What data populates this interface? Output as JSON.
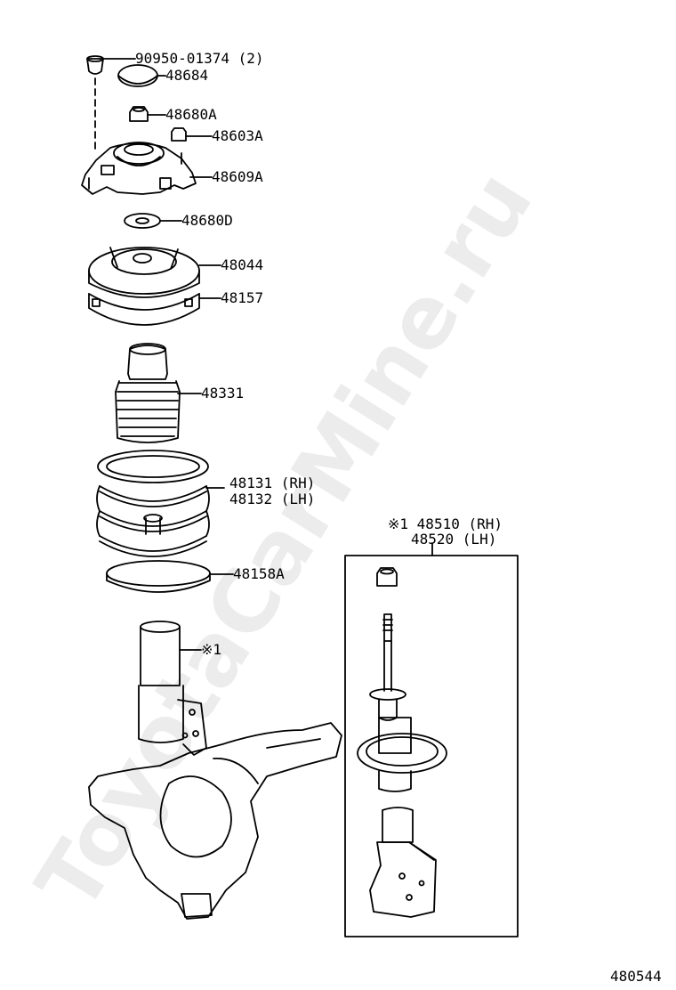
{
  "watermark": "ToyotaCarMine.ru",
  "figure_number": "480544",
  "parts": [
    {
      "id": "p-90950",
      "label": "90950-01374 (2)"
    },
    {
      "id": "p-48684",
      "label": "48684"
    },
    {
      "id": "p-48680a",
      "label": "48680A"
    },
    {
      "id": "p-48603a",
      "label": "48603A"
    },
    {
      "id": "p-48609a",
      "label": "48609A"
    },
    {
      "id": "p-48680d",
      "label": "48680D"
    },
    {
      "id": "p-48044",
      "label": "48044"
    },
    {
      "id": "p-48157",
      "label": "48157"
    },
    {
      "id": "p-48331",
      "label": "48331"
    },
    {
      "id": "p-48131",
      "label": "48131 (RH)"
    },
    {
      "id": "p-48132",
      "label": "48132 (LH)"
    },
    {
      "id": "p-48158a",
      "label": "48158A"
    },
    {
      "id": "p-ref1",
      "label": "※1"
    },
    {
      "id": "p-48510",
      "label": "※1 48510 (RH)"
    },
    {
      "id": "p-48520",
      "label": "48520 (LH)"
    }
  ]
}
